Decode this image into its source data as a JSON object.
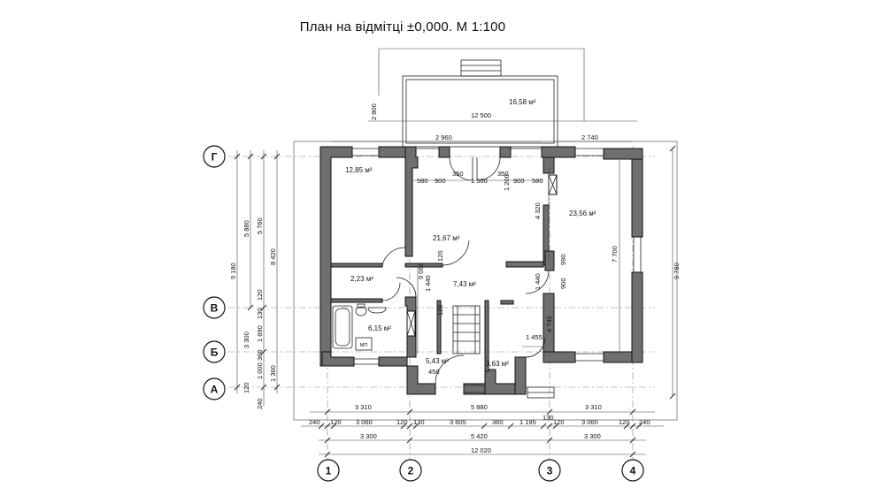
{
  "title": "План на відмітці ±0,000. М 1:100",
  "axes": {
    "rows": [
      "Г",
      "В",
      "Б",
      "А"
    ],
    "cols": [
      "1",
      "2",
      "3",
      "4"
    ]
  },
  "rooms": [
    {
      "area": "12,85 м²"
    },
    {
      "area": "21,67 м²"
    },
    {
      "area": "23,56 м²"
    },
    {
      "area": "16,58 м²"
    },
    {
      "area": "2,23 м²"
    },
    {
      "area": "7,43 м²"
    },
    {
      "area": "6,15 м²"
    },
    {
      "area": "5,43 м²"
    },
    {
      "area": "3,63 м²"
    }
  ],
  "equipment": {
    "boiler": "МП"
  },
  "dims": {
    "d2800": "2 800",
    "d12500": "12 500",
    "d2960": "2 960",
    "d2740": "2 740",
    "d580a": "580",
    "d900a": "900",
    "d350a": "350",
    "d1500": "1 500",
    "d350b": "350",
    "d1200": "1 200",
    "d900b": "900",
    "d580b": "580",
    "d4320": "4 320",
    "d7700": "7 700",
    "d990": "990",
    "d900c": "900",
    "d1440a": "1 440",
    "d1440b": "1 440",
    "d9060": "9 060",
    "d120a": "120",
    "d120b": "120",
    "d4740": "4 740",
    "d1455": "1 455",
    "d450": "450",
    "d130c": "130",
    "b3310a": "3 310",
    "b5880": "5 880",
    "b3310b": "3 310",
    "c240a": "240",
    "c120a": "120",
    "c3060a": "3 060",
    "c120b": "120",
    "c130a": "130",
    "c3605": "3 605",
    "c360": "360",
    "c1195": "1 195",
    "c120c": "120",
    "c3060b": "3 060",
    "c120d": "120",
    "c240b": "240",
    "e3300a": "3 300",
    "e5420": "5 420",
    "e3300b": "3 300",
    "f12020": "12 020",
    "l9180": "9 180",
    "l5880": "5 880",
    "l5760": "5 760",
    "l8420": "8 420",
    "l3300": "3 300",
    "l120a": "120",
    "l130": "130",
    "l1690": "1 690",
    "l360": "360",
    "l1000": "1 000",
    "l1360": "1 360",
    "l120b": "120",
    "l240": "240",
    "r9780": "9 780"
  }
}
